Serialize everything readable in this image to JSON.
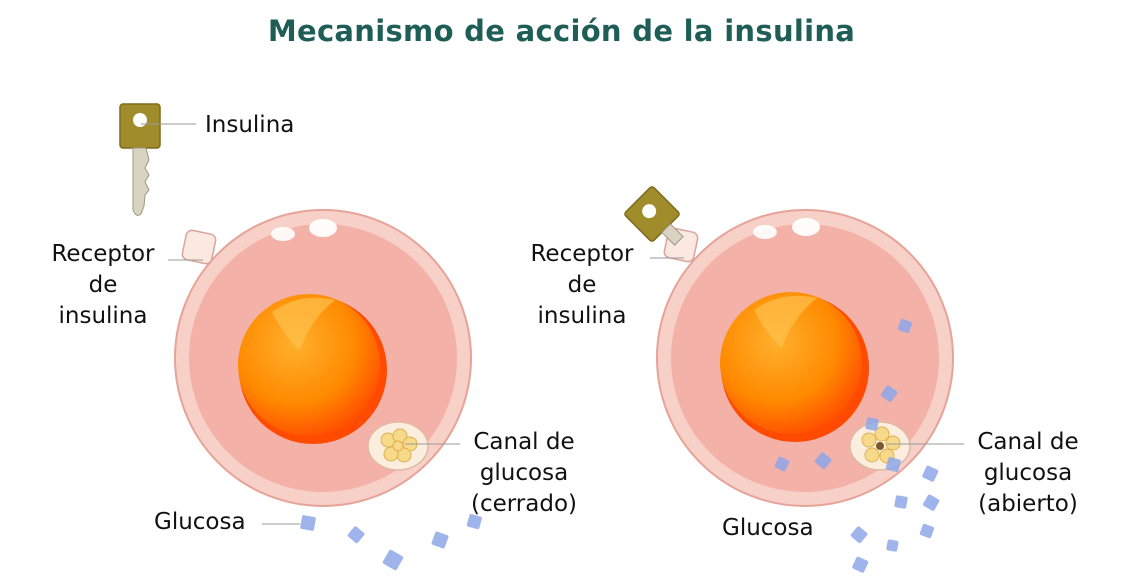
{
  "title": "Mecanismo de acción de la insulina",
  "colors": {
    "title": "#1f5e57",
    "cell_membrane": "#f6c9c1",
    "cell_outline": "#e8a49a",
    "cytoplasm": "#f4aea3",
    "nucleus": "#ff8a00",
    "nucleus_edge": "#ff3d00",
    "glucose": "#8fa8e8",
    "key": "#a08c2a",
    "channel": "#f7d98a"
  },
  "labels": {
    "insulina": "Insulina",
    "receptor_left": [
      "Receptor",
      "de",
      "insulina"
    ],
    "receptor_right": [
      "Receptor",
      "de",
      "insulina"
    ],
    "canal_left": [
      "Canal de",
      "glucosa",
      "(cerrado)"
    ],
    "canal_right": [
      "Canal de",
      "glucosa",
      "(abierto)"
    ],
    "glucosa_left": "Glucosa",
    "glucosa_right": "Glucosa"
  },
  "icons": [
    "key-icon",
    "key-icon",
    "glucose-molecule-icon",
    "glucose-channel-icon"
  ]
}
